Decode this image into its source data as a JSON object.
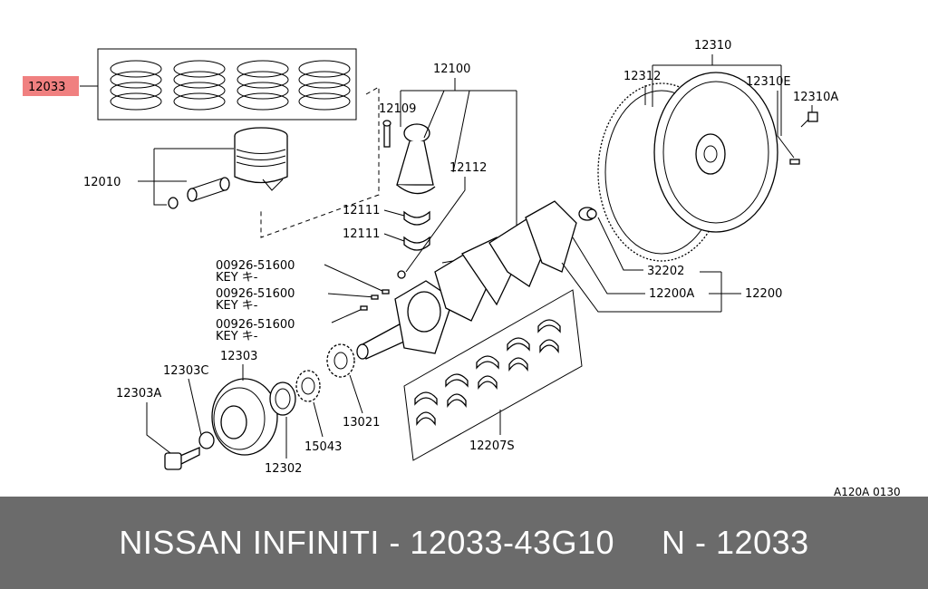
{
  "diagram": {
    "labels": {
      "ring_set": "12033",
      "piston": "12010",
      "rod_assembly": "12100",
      "rod_bolt": "12109",
      "rod_nut": "12112",
      "rod_bearing_upper": "12111",
      "rod_bearing_lower": "12111",
      "key1_code": "00926-51600",
      "key1_name": "KEY キ-",
      "key2_code": "00926-51600",
      "key2_name": "KEY キ-",
      "key3_code": "00926-51600",
      "key3_name": "KEY キ-",
      "pulley": "12303",
      "pulley_washer": "12303C",
      "pulley_bolt": "12303A",
      "oil_seal": "12302",
      "gear": "15043",
      "sprocket": "13021",
      "main_bearings": "12207S",
      "flywheel_assembly": "12310",
      "ring_gear": "12312",
      "flywheel_pin": "12310E",
      "flywheel_bolt": "12310A",
      "pilot_bushing": "32202",
      "crankshaft": "12200A",
      "crank_assembly": "12200",
      "diagram_code": "A120A 0130"
    },
    "highlight_color": "#f08080"
  },
  "footer": {
    "part_title": "NISSAN INFINITI - 12033-43G10",
    "part_ref": "N - 12033",
    "background": "#6b6b6b"
  }
}
